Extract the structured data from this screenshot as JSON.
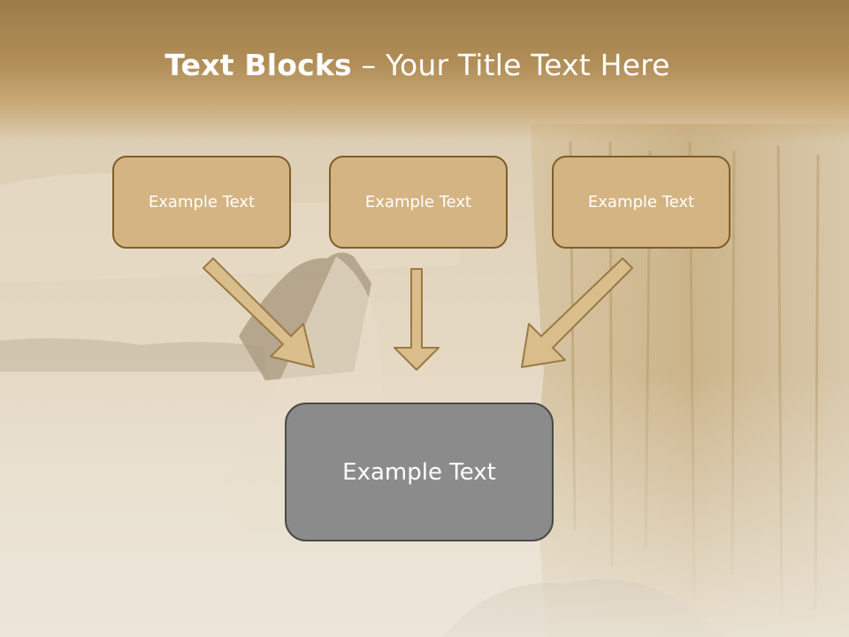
{
  "title": {
    "bold": "Text Blocks",
    "separator": " – ",
    "rest": "Your Title Text Here"
  },
  "blocks": [
    {
      "label": "Example Text"
    },
    {
      "label": "Example Text"
    },
    {
      "label": "Example Text"
    }
  ],
  "target": {
    "label": "Example Text"
  },
  "colors": {
    "title_band": "#b18e58",
    "small_box_fill": "#d4b483",
    "small_box_border": "#7e5e2a",
    "big_box_fill": "#8b8b8b",
    "big_box_border": "#4a4a4a",
    "arrow_fill": "#d9bd8b",
    "arrow_stroke": "#9a7a46"
  }
}
